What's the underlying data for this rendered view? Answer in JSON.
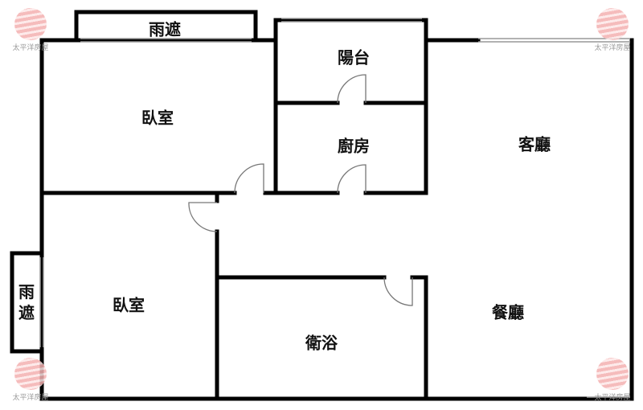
{
  "rooms": {
    "canopy_top": "雨遮",
    "balcony": "陽台",
    "bedroom_1": "臥室",
    "kitchen": "廚房",
    "living_room": "客廳",
    "bedroom_2": "臥室",
    "canopy_left": "雨遮",
    "bathroom": "衛浴",
    "dining_room": "餐廳"
  },
  "watermark": {
    "text": "太平洋房屋",
    "color": "#f3b0b0"
  },
  "colors": {
    "wall": "#000000",
    "window": "#aaaaaa",
    "door": "#777777"
  }
}
